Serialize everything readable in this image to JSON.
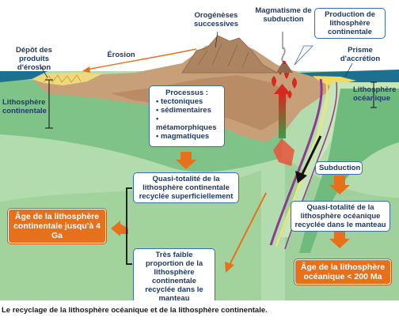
{
  "labels": {
    "depot": "Dépôt des produits d'érosion",
    "erosion": "Érosion",
    "orogeneses": "Orogénèses successives",
    "magmatisme": "Magmatisme de subduction",
    "production": "Production de lithosphère continentale",
    "prisme": "Prisme d'accrétion",
    "litho_continentale": "Lithosphère continentale",
    "litho_oceanique": "Lithosphère océanique"
  },
  "boxes": {
    "processus_title": "Processus :",
    "processus_items": [
      "tectoniques",
      "sédimentaires",
      "métamorphiques",
      "magmatiques"
    ],
    "quasi_continentale": "Quasi-totalité de la lithosphère continentale recyclée superficiellement",
    "faible_proportion": "Très faible proportion de la lithosphère continentale recyclée dans le manteau",
    "subduction": "Subduction",
    "quasi_oceanique": "Quasi-totalité de la lithosphère océanique recyclée dans le manteau"
  },
  "ages": {
    "continentale": "Âge de la lithosphère continentale jusqu'à 4 Ga",
    "oceanique": "Âge de la lithosphère océanique < 200 Ma"
  },
  "caption": "Le recyclage de la lithosphère océanique et de la lithosphère continentale.",
  "colors": {
    "mantle": "#a9d6a5",
    "ocean": "#1d6f8f",
    "crust_tan": "#c39a72",
    "lithosphere_green": "#7bbf83",
    "orange": "#e7701b",
    "slab_purple": "#8e3b8f"
  }
}
